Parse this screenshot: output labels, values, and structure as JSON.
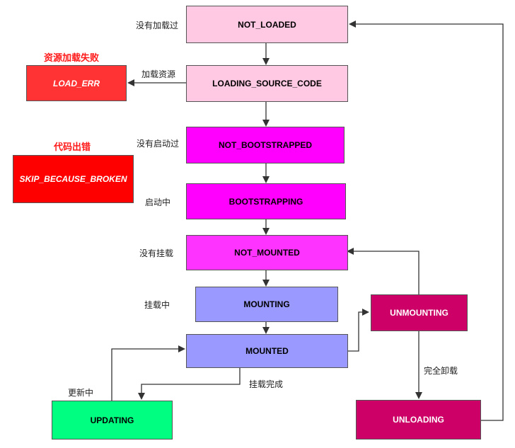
{
  "colors": {
    "not_loaded": "#ffc8e3",
    "loading_source_code": "#ffc8e3",
    "not_bootstrapped": "#ff00ff",
    "bootstrapping": "#ff00ff",
    "not_mounted": "#ff33ff",
    "mounting": "#9999ff",
    "mounted": "#9999ff",
    "unmounting": "#cc0066",
    "unloading": "#cc0066",
    "updating": "#00ff80",
    "load_err": "#ff3333",
    "skip_because_broken": "#ff0000",
    "line": "#333333"
  },
  "nodes": {
    "not_loaded": "NOT_LOADED",
    "loading_source_code": "LOADING_SOURCE_CODE",
    "not_bootstrapped": "NOT_BOOTSTRAPPED",
    "bootstrapping": "BOOTSTRAPPING",
    "not_mounted": "NOT_MOUNTED",
    "mounting": "MOUNTING",
    "mounted": "MOUNTED",
    "updating": "UPDATING",
    "unmounting": "UNMOUNTING",
    "unloading": "UNLOADING",
    "load_err": "LOAD_ERR",
    "skip_because_broken": "SKIP_BECAUSE_BROKEN"
  },
  "labels": {
    "never_loaded": "没有加载过",
    "load_resource": "加载资源",
    "resource_load_failed": "资源加载失败",
    "code_error": "代码出错",
    "never_bootstrapped": "没有启动过",
    "bootstrapping": "启动中",
    "not_mounted": "没有挂载",
    "mounting": "挂载中",
    "mount_complete": "挂载完成",
    "updating": "更新中",
    "fully_unloaded": "完全卸载"
  }
}
